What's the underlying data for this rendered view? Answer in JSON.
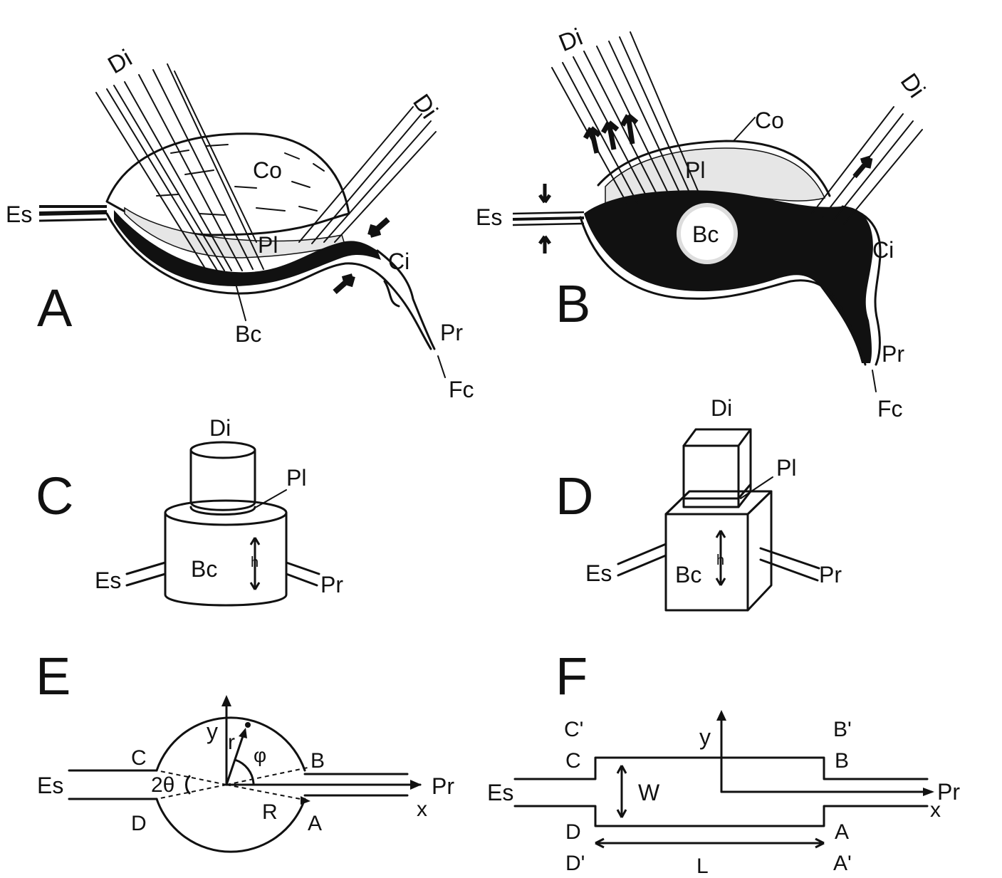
{
  "panels": {
    "A": {
      "letter": "A",
      "labels": {
        "di_left": "Di",
        "di_right": "Di",
        "co": "Co",
        "pl": "Pl",
        "es": "Es",
        "bc": "Bc",
        "ci": "Ci",
        "pr": "Pr",
        "fc": "Fc"
      }
    },
    "B": {
      "letter": "B",
      "labels": {
        "di_left": "Di",
        "di_right": "Di",
        "co": "Co",
        "pl": "Pl",
        "es": "Es",
        "bc": "Bc",
        "ci": "Ci",
        "pr": "Pr",
        "fc": "Fc"
      }
    },
    "C": {
      "letter": "C",
      "labels": {
        "di": "Di",
        "pl": "Pl",
        "bc": "Bc",
        "h": "h",
        "es": "Es",
        "pr": "Pr"
      }
    },
    "D": {
      "letter": "D",
      "labels": {
        "di": "Di",
        "pl": "Pl",
        "bc": "Bc",
        "h": "h",
        "es": "Es",
        "pr": "Pr"
      }
    },
    "E": {
      "letter": "E",
      "labels": {
        "y": "y",
        "r": "r",
        "phi": "φ",
        "theta": "2θ",
        "big_r": "R",
        "b": "B",
        "c": "C",
        "d": "D",
        "a": "A",
        "es": "Es",
        "pr": "Pr",
        "x": "x"
      }
    },
    "F": {
      "letter": "F",
      "labels": {
        "c_prime": "C'",
        "b_prime": "B'",
        "c": "C",
        "b": "B",
        "y": "y",
        "es": "Es",
        "w": "W",
        "pr": "Pr",
        "x": "x",
        "d": "D",
        "a": "A",
        "d_prime": "D'",
        "l": "L",
        "a_prime": "A'"
      }
    }
  }
}
